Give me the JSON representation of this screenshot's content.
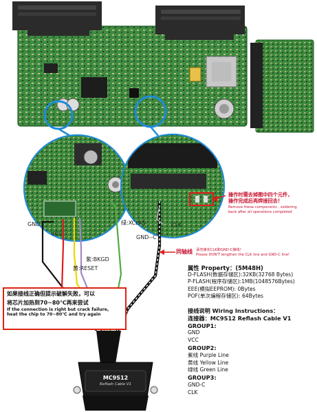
{
  "labels": {
    "gnd": "GND",
    "vcc": "VCC",
    "xclks": "绿:XCLKS",
    "bkgd": "紫:BKGD",
    "reset": "黄:RESET",
    "clk": "CLK",
    "gnd_c": "GND--C",
    "coax": "同轴线",
    "connector_title": "MC9S12",
    "connector_sub": "Reflash Cable V1"
  },
  "notes": {
    "coax_cn": "请勿接长CLK和GND-C接线！",
    "coax_en": "Please DON'T lengthen the CLK line and GND-C line!",
    "remove_cn1": "操作时需去掉图中四个元件，",
    "remove_cn2": "操作完成后再焊接回去！",
    "remove_en1": "Remove these components , soldering",
    "remove_en2": "back after all operations completed"
  },
  "warning": {
    "cn1": "如果接线正确但提示破解失败，可以",
    "cn2": "将芯片加热到70~80℃再来尝试",
    "en1": "If the connection is right but crack failure,",
    "en2": "heat the chip to 70~80℃ and try again"
  },
  "property": {
    "title": "属性 Property：(5M48H)",
    "dflash": "D-FLASH(数据存储区):32KB(32768 Bytes)",
    "pflash": "P-FLASH(程序存储区):1MB(1048576Bytes)",
    "eee": "EEE(模拟EEPROM):      0Bytes",
    "pof": "POF(单次编程存储区): 64Bytes"
  },
  "wiring": {
    "title": "接线说明 Wiring Instructions：",
    "cable": "连接器：MC9S12 Reflash Cable V1",
    "group1": "GROUP1:",
    "g1": [
      "GND",
      "VCC"
    ],
    "group2": "GROUP2:",
    "g2": [
      "紫线 Purple Line",
      "黄线 Yellow Line",
      "绿线 Green Line"
    ],
    "group3": "GROUP3:",
    "g3": [
      "GND-C",
      "CLK"
    ]
  },
  "colors": {
    "pcb": "#3c8a3e",
    "pcb_dark": "#2a6a2e",
    "red_wire": "#e01b1b",
    "yellow_wire": "#f0d400",
    "purple_wire": "#a089c8",
    "green_wire": "#55a844",
    "accent_red": "#c8102e",
    "circle_blue": "#1e8bd8"
  }
}
